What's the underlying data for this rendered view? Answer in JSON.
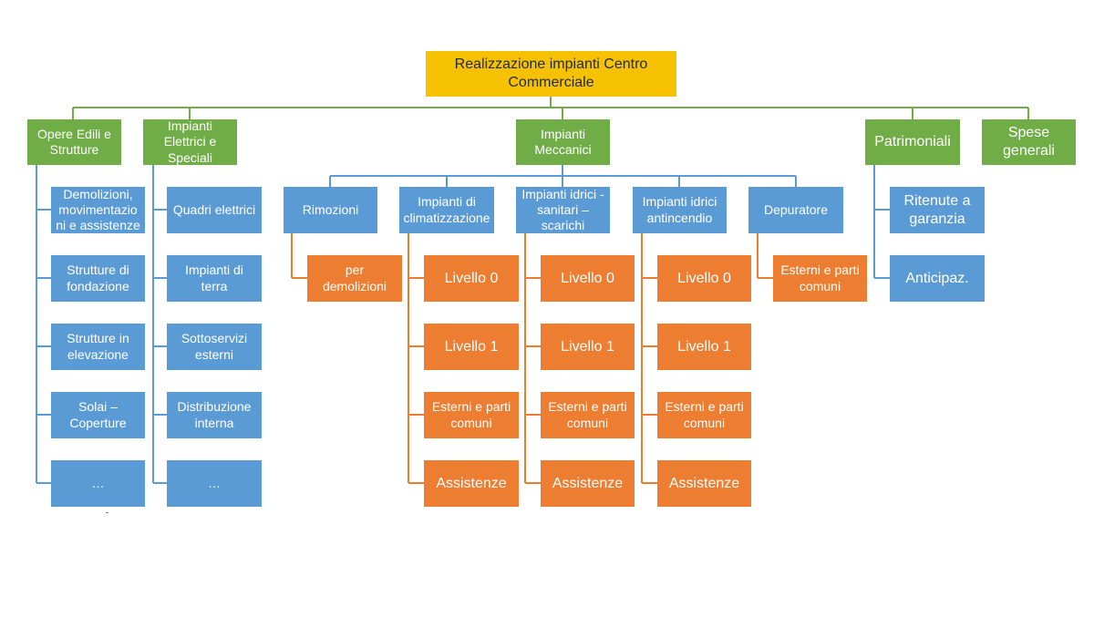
{
  "colors": {
    "root": "#f6c100",
    "level1": "#70ad47",
    "level2": "#5b9bd5",
    "level3": "#ed7d31",
    "line_green": "#70ad47",
    "line_blue": "#5b9bd5",
    "line_orange": "#ed7d31"
  },
  "root": {
    "label": "Realizzazione impianti Centro\nCommerciale"
  },
  "categories": [
    {
      "label": "Opere Edili e\nStrutture",
      "items": [
        "Demolizioni,\nmovimentazio\nni e assistenze",
        "Strutture di\nfondazione",
        "Strutture in\nelevazione",
        "Solai –\nCoperture",
        "…"
      ]
    },
    {
      "label": "Impianti\nElettrici e\nSpeciali",
      "items": [
        "Quadri elettrici",
        "Impianti di\nterra",
        "Sottoservizi\nesterni",
        "Distribuzione\ninterna",
        "…"
      ]
    },
    {
      "label": "Impianti\nMeccanici",
      "subs": [
        {
          "label": "Rimozioni",
          "items": [
            "per\ndemolizioni"
          ]
        },
        {
          "label": "Impianti di\nclimatizzazione",
          "items": [
            "Livello 0",
            "Livello 1",
            "Esterni e parti\ncomuni",
            "Assistenze"
          ]
        },
        {
          "label": "Impianti idrici -\nsanitari –\nscarichi",
          "items": [
            "Livello 0",
            "Livello 1",
            "Esterni e parti\ncomuni",
            "Assistenze"
          ]
        },
        {
          "label": "Impianti idrici\nantincendio",
          "items": [
            "Livello 0",
            "Livello 1",
            "Esterni e parti\ncomuni",
            "Assistenze"
          ]
        },
        {
          "label": "Depuratore",
          "items": [
            "Esterni e parti\ncomuni"
          ]
        }
      ]
    },
    {
      "label": "Patrimoniali",
      "items": [
        "Ritenute a\ngaranzia",
        "Anticipaz."
      ]
    },
    {
      "label": "Spese\ngenerali",
      "items": []
    }
  ]
}
